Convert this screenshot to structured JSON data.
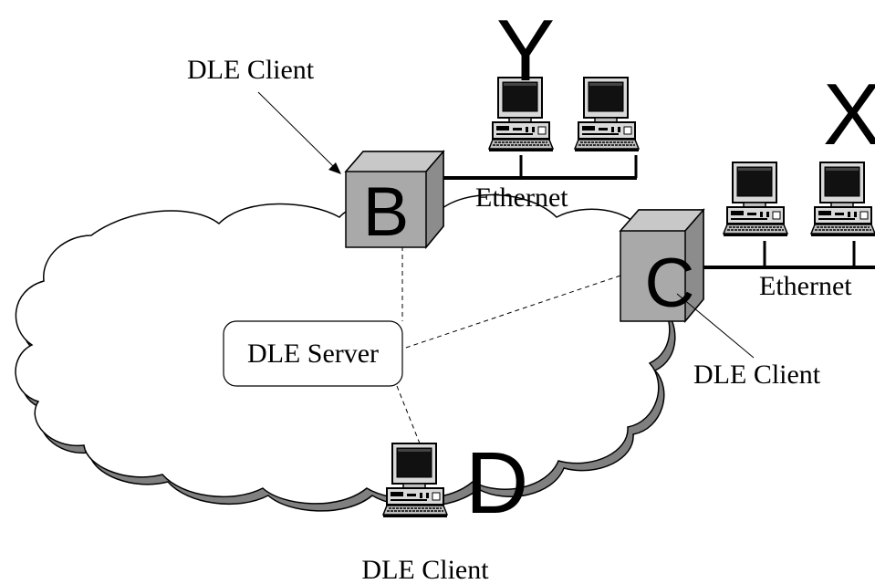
{
  "labels": {
    "dle_client_top": "DLE Client",
    "ethernet_top": "Ethernet",
    "ethernet_right": "Ethernet",
    "dle_server": "DLE Server",
    "dle_client_right": "DLE Client",
    "dle_client_bottom": "DLE Client"
  },
  "nodes": {
    "b": "B",
    "c": "C",
    "d": "D",
    "x": "X",
    "y": "Y"
  },
  "colors": {
    "switch_front": "#a9a9a9",
    "switch_side": "#8c8c8c",
    "switch_top": "#c8c8c8",
    "shadow": "#808080"
  }
}
